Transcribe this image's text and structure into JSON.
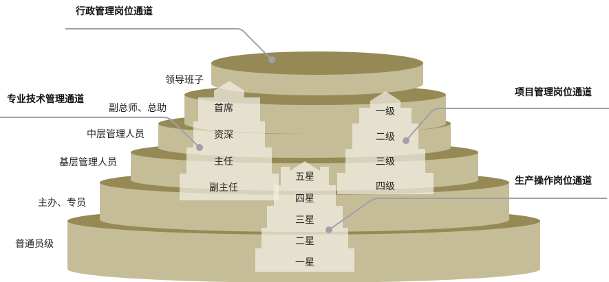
{
  "channels": {
    "admin": {
      "title": "行政管理岗位通道"
    },
    "technical": {
      "title": "专业技术管理通道",
      "levels": [
        "首席",
        "资深",
        "主任",
        "副主任"
      ]
    },
    "project": {
      "title": "项目管理岗位通道",
      "levels": [
        "一级",
        "二级",
        "三级",
        "四级"
      ]
    },
    "production": {
      "title": "生产操作岗位通道",
      "levels": [
        "五星",
        "四星",
        "三星",
        "二星",
        "一星"
      ]
    }
  },
  "tiers": [
    "领导班子",
    "副总师、总助",
    "中层管理人员",
    "基层管理人员",
    "主办、专员",
    "普通员级"
  ],
  "colors": {
    "body": "#c5bd97",
    "top": "#958a55",
    "arrow": "#f1efe3",
    "line": "#a0a0aa"
  }
}
